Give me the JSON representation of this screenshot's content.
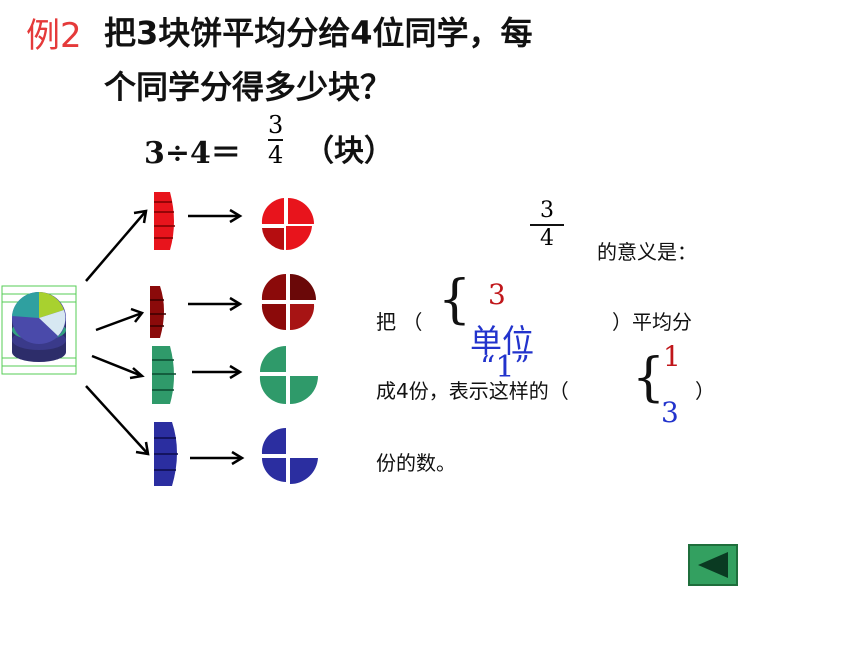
{
  "header": {
    "example_label": "例2",
    "problem_line1": "把3块饼平均分给4位同学，每",
    "problem_line2": "个同学分得多少块？"
  },
  "equation": {
    "lhs": "3÷4＝",
    "numerator": "3",
    "denominator": "4",
    "unit": "（块）"
  },
  "explanation": {
    "fraction_numerator": "3",
    "fraction_denominator": "4",
    "meaning_label": "的意义是：",
    "line2_start": "把 （",
    "line2_end": "）平均分",
    "line3_start": "成4份，表示这样的（",
    "line3_end": "）",
    "line4": "份的数。"
  },
  "answers": {
    "first_number": "3",
    "unit_word": "单位",
    "unit_one": "“1”",
    "count_one": "1",
    "count_three": "3"
  },
  "colors": {
    "red": "#e8141c",
    "dark_red": "#8b0a0a",
    "green": "#2f9a6a",
    "blue": "#2b2ea0",
    "back_button": "#33a060"
  },
  "icons": {
    "back_button": "left-triangle-icon"
  }
}
